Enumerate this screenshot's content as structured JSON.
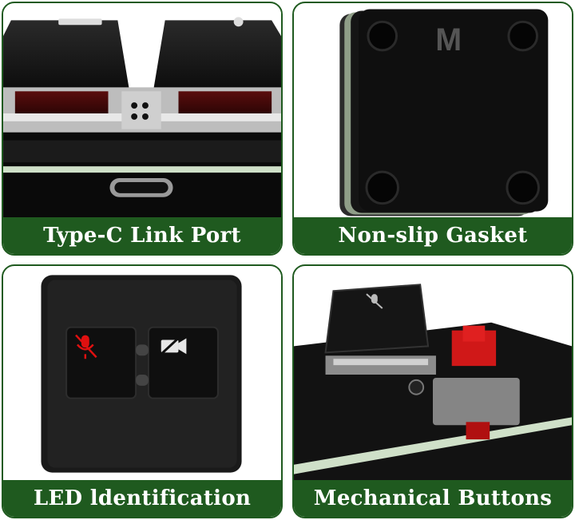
{
  "panels": [
    {
      "caption": "Type-C Link Port"
    },
    {
      "caption": "Non-slip Gasket",
      "key_letter": "M"
    },
    {
      "caption": "LED ldentification"
    },
    {
      "caption": "Mechanical Buttons"
    }
  ],
  "colors": {
    "frame_green": "#1f5a1f",
    "led_red": "#e01010",
    "key_black": "#111111"
  }
}
